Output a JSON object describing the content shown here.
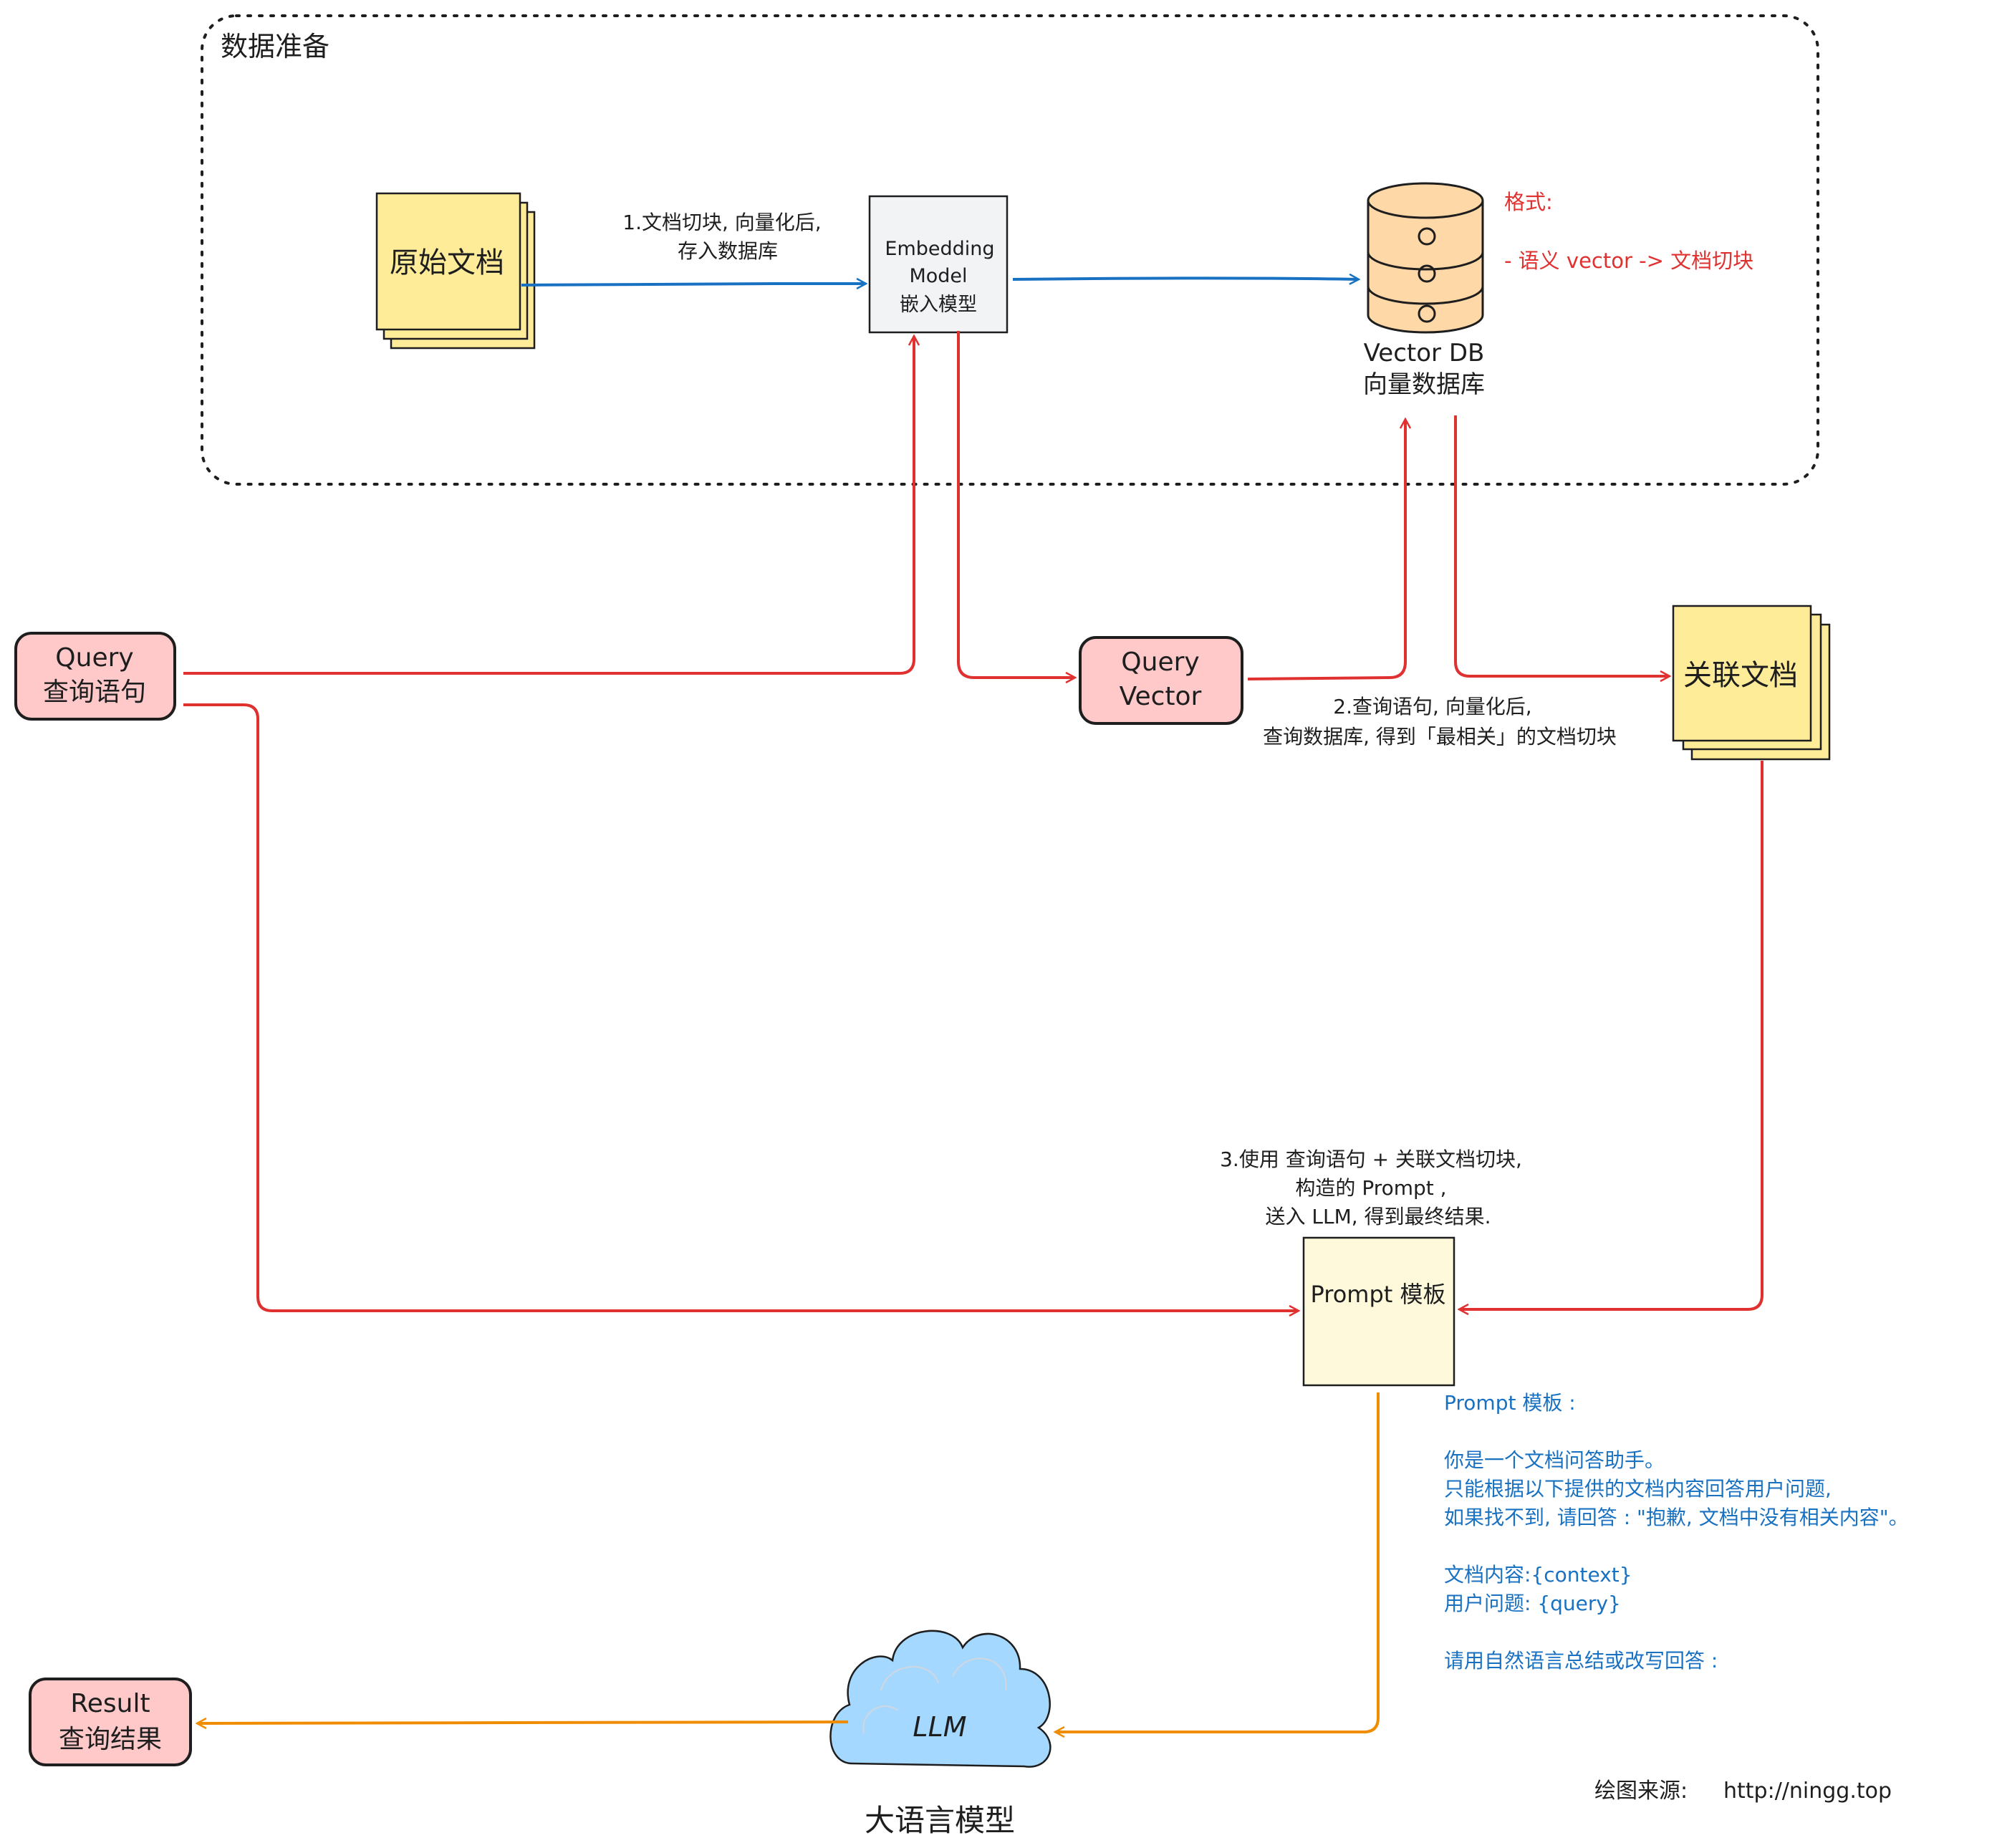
{
  "group": {
    "title": "数据准备"
  },
  "raw_doc": {
    "label": "原始文档"
  },
  "embedding_model": {
    "line1": "Embedding",
    "line2": "Model",
    "line3": "嵌入模型"
  },
  "vector_db": {
    "line1": "Vector DB",
    "line2": "向量数据库",
    "format_title": "格式:",
    "format_item": "- 语义 vector -> 文档切块"
  },
  "step1": {
    "line1": "1.文档切块, 向量化后,",
    "line2": "存入数据库"
  },
  "query": {
    "line1": "Query",
    "line2": "查询语句"
  },
  "query_vector": {
    "line1": "Query",
    "line2": "Vector"
  },
  "related_doc": {
    "label": "关联文档"
  },
  "step2": {
    "line1": "2.查询语句, 向量化后,",
    "line2": "查询数据库, 得到「最相关」的文档切块"
  },
  "step3": {
    "line1": "3.使用  查询语句 + 关联文档切块,",
    "line2": "构造的 Prompt ,",
    "line3": "送入 LLM, 得到最终结果."
  },
  "prompt_box": {
    "label": "Prompt 模板"
  },
  "prompt_template": {
    "title": "Prompt 模板 :",
    "line1": "你是一个文档问答助手。",
    "line2": "只能根据以下提供的文档内容回答用户问题,",
    "line3": "如果找不到, 请回答 : \"抱歉, 文档中没有相关内容\"。",
    "line4": "文档内容:{context}",
    "line5": "用户问题: {query}",
    "line6": "请用自然语言总结或改写回答 :"
  },
  "llm": {
    "label": "LLM",
    "caption": "大语言模型"
  },
  "result": {
    "line1": "Result",
    "line2": "查询结果"
  },
  "source": {
    "label": "绘图来源:",
    "url": "http://ningg.top"
  },
  "colors": {
    "blue_arrow": "#1971c2",
    "red_arrow": "#e03131",
    "orange_arrow": "#f08c00",
    "doc_fill": "#ffec99",
    "pink_fill": "#ffc9c9",
    "db_fill": "#ffd8a8",
    "prompt_fill": "#fff9db",
    "cloud_fill": "#a5d8ff",
    "model_fill": "#f1f3f5",
    "annotation_red": "#e03131",
    "annotation_blue": "#1971c2"
  },
  "icons": {
    "document": "document-stack-icon",
    "database": "database-cylinder-icon",
    "cloud": "cloud-icon"
  }
}
